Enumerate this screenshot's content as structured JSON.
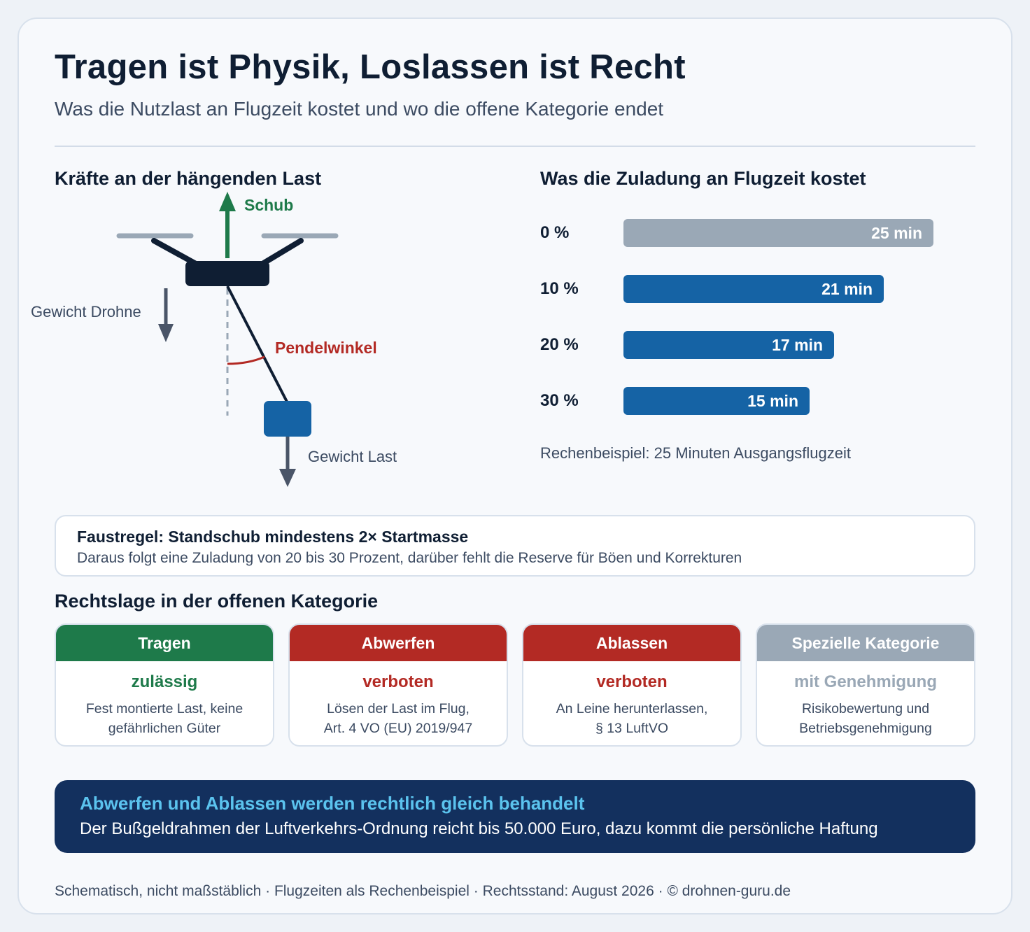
{
  "header": {
    "title": "Tragen ist Physik, Loslassen ist Recht",
    "subtitle": "Was die Nutzlast an Flugzeit kostet und wo die offene Kategorie endet"
  },
  "forces": {
    "heading": "Kräfte an der hängenden Last",
    "labels": {
      "thrust": "Schub",
      "drone_weight": "Gewicht Drohne",
      "pendulum": "Pendelwinkel",
      "load_weight": "Gewicht Last"
    },
    "colors": {
      "thrust": "#1e7a4a",
      "pendulum": "#b32a24",
      "drone": "#0f1e33",
      "load": "#1563a5",
      "weight": "#4a5568"
    }
  },
  "flighttime": {
    "heading": "Was die Zuladung an Flugzeit kostet",
    "note": "Rechenbeispiel: 25 Minuten Ausgangsflugzeit"
  },
  "chart_data": {
    "type": "bar",
    "orientation": "horizontal",
    "categories": [
      "0 %",
      "10 %",
      "20 %",
      "30 %"
    ],
    "values": [
      25,
      21,
      17,
      15
    ],
    "value_labels": [
      "25 min",
      "21 min",
      "17 min",
      "15 min"
    ],
    "title": "Was die Zuladung an Flugzeit kostet",
    "xlim": [
      0,
      25
    ],
    "colors": [
      "#9aa8b6",
      "#1563a5",
      "#1563a5",
      "#1563a5"
    ],
    "grid": false
  },
  "rule": {
    "title": "Faustregel: Standschub mindestens 2× Startmasse",
    "text": "Daraus folgt eine Zuladung von 20 bis 30 Prozent, darüber fehlt die Reserve für Böen und Korrekturen"
  },
  "legal": {
    "heading": "Rechtslage in der offenen Kategorie",
    "cards": [
      {
        "title": "Tragen",
        "status": "zulässig",
        "line1": "Fest montierte Last, keine",
        "line2": "gefährlichen Güter"
      },
      {
        "title": "Abwerfen",
        "status": "verboten",
        "line1": "Lösen der Last im Flug,",
        "line2": "Art. 4 VO (EU) 2019/947"
      },
      {
        "title": "Ablassen",
        "status": "verboten",
        "line1": "An Leine herunterlassen,",
        "line2": "§ 13 LuftVO"
      },
      {
        "title": "Spezielle Kategorie",
        "status": "mit Genehmigung",
        "line1": "Risikobewertung und",
        "line2": "Betriebsgenehmigung"
      }
    ]
  },
  "alert": {
    "title": "Abwerfen und Ablassen werden rechtlich gleich behandelt",
    "text": "Der Bußgeldrahmen der Luftverkehrs-Ordnung reicht bis 50.000 Euro, dazu kommt die persönliche Haftung"
  },
  "footer": "Schematisch, nicht maßstäblich · Flugzeiten als Rechenbeispiel · Rechtsstand: August 2026 · © drohnen-guru.de"
}
